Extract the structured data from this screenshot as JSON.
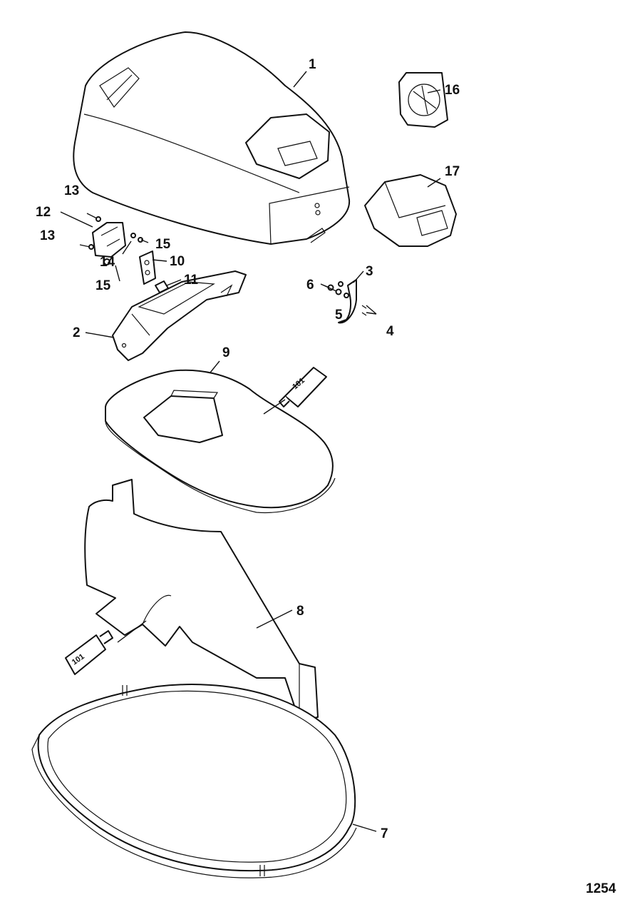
{
  "callouts": {
    "c1": "1",
    "c2": "2",
    "c3": "3",
    "c4": "4",
    "c5": "5",
    "c6": "6",
    "c7": "7",
    "c8": "8",
    "c9": "9",
    "c10": "10",
    "c11": "11",
    "c12": "12",
    "c13a": "13",
    "c13b": "13",
    "c14": "14",
    "c15a": "15",
    "c15b": "15",
    "c16": "16",
    "c17": "17"
  },
  "tubes": {
    "t1": "101",
    "t2": "101"
  },
  "figure_number": "1254"
}
